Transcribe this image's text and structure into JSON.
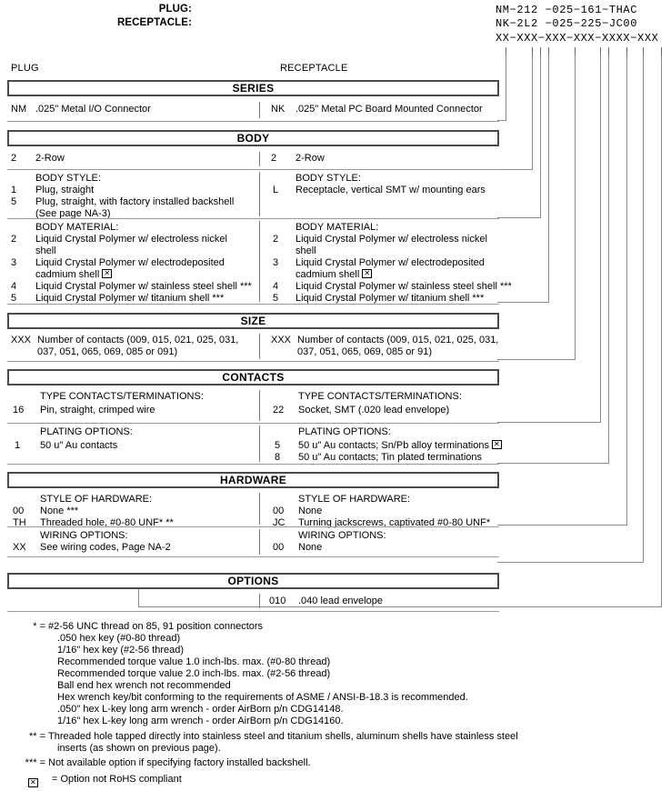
{
  "header": {
    "plug_label": "PLUG:",
    "receptacle_label": "RECEPTACLE:",
    "plug_pn": "NM−212 −025−161−THAC",
    "receptacle_pn": "NK−2L2 −025−225−JC00",
    "mask_pn": "XX−XXX−XXX−XXX−XXXX−XXX"
  },
  "columns": {
    "plug": "PLUG",
    "receptacle": "RECEPTACLE"
  },
  "sections": [
    {
      "banner": "SERIES",
      "plug": [
        {
          "code": "NM",
          "text": ".025\" Metal I/O Connector"
        }
      ],
      "receptacle": [
        {
          "code": "NK",
          "text": ".025\" Metal PC Board Mounted Connector"
        }
      ]
    },
    {
      "banner": "BODY",
      "groups": [
        {
          "plug_header": "",
          "receptacle_header": "",
          "plug": [
            {
              "code": "2",
              "text": "2-Row"
            }
          ],
          "receptacle": [
            {
              "code": "2",
              "text": "2-Row"
            }
          ]
        },
        {
          "plug_header": "BODY STYLE:",
          "receptacle_header": "BODY STYLE:",
          "plug": [
            {
              "code": "1",
              "text": "Plug, straight"
            },
            {
              "code": "5",
              "text": "Plug, straight, with factory installed backshell"
            },
            {
              "code": "",
              "text": "(See page NA-3)"
            }
          ],
          "receptacle": [
            {
              "code": "L",
              "text": "Receptacle, vertical SMT w/ mounting ears"
            }
          ]
        },
        {
          "plug_header": "BODY MATERIAL:",
          "receptacle_header": "BODY MATERIAL:",
          "plug": [
            {
              "code": "2",
              "text": "Liquid Crystal Polymer w/ electroless nickel"
            },
            {
              "code": "",
              "text": "shell"
            },
            {
              "code": "3",
              "text": "Liquid Crystal Polymer w/ electrodeposited"
            },
            {
              "code": "",
              "text": "cadmium shell",
              "rohs": true
            },
            {
              "code": "4",
              "text": "Liquid Crystal Polymer w/ stainless steel shell ***"
            },
            {
              "code": "5",
              "text": "Liquid Crystal Polymer w/ titanium shell ***"
            }
          ],
          "receptacle": [
            {
              "code": "2",
              "text": "Liquid Crystal Polymer w/ electroless nickel"
            },
            {
              "code": "",
              "text": "shell"
            },
            {
              "code": "3",
              "text": "Liquid Crystal Polymer w/ electrodeposited"
            },
            {
              "code": "",
              "text": "cadmium shell",
              "rohs": true
            },
            {
              "code": "4",
              "text": "Liquid Crystal Polymer w/ stainless steel shell ***"
            },
            {
              "code": "5",
              "text": "Liquid Crystal Polymer w/ titanium shell ***"
            }
          ]
        }
      ]
    },
    {
      "banner": "SIZE",
      "plug": [
        {
          "code": "XXX",
          "text": "Number of contacts (009, 015, 021, 025, 031,"
        },
        {
          "code": "",
          "text": "037, 051, 065, 069, 085 or 091)"
        }
      ],
      "receptacle": [
        {
          "code": "XXX",
          "text": "Number of contacts (009, 015, 021, 025, 031,"
        },
        {
          "code": "",
          "text": "037, 051, 065, 069, 085 or 91)"
        }
      ]
    },
    {
      "banner": "CONTACTS",
      "groups": [
        {
          "plug_header": "TYPE CONTACTS/TERMINATIONS:",
          "receptacle_header": "TYPE CONTACTS/TERMINATIONS:",
          "plug": [
            {
              "code": "16",
              "text": "Pin, straight, crimped wire"
            }
          ],
          "receptacle": [
            {
              "code": "22",
              "text": "Socket, SMT (.020 lead envelope)"
            }
          ]
        },
        {
          "plug_header": "PLATING OPTIONS:",
          "receptacle_header": "PLATING OPTIONS:",
          "plug": [
            {
              "code": "1",
              "text": "50 u\" Au contacts"
            }
          ],
          "receptacle": [
            {
              "code": "5",
              "text": "50 u\" Au contacts; Sn/Pb alloy terminations",
              "rohs": true
            },
            {
              "code": "8",
              "text": "50 u\" Au contacts; Tin plated terminations"
            }
          ]
        }
      ]
    },
    {
      "banner": "HARDWARE",
      "groups": [
        {
          "plug_header": "STYLE OF HARDWARE:",
          "receptacle_header": "STYLE OF HARDWARE:",
          "plug": [
            {
              "code": "00",
              "text": "None ***"
            },
            {
              "code": "TH",
              "text": "Threaded hole, #0-80 UNF*  **"
            }
          ],
          "receptacle": [
            {
              "code": "00",
              "text": "None"
            },
            {
              "code": "JC",
              "text": "Turning jackscrews, captivated #0-80 UNF*"
            }
          ]
        },
        {
          "plug_header": "WIRING OPTIONS:",
          "receptacle_header": "WIRING OPTIONS:",
          "plug": [
            {
              "code": "XX",
              "text": "See wiring codes, Page NA-2"
            }
          ],
          "receptacle": [
            {
              "code": "00",
              "text": "None"
            }
          ]
        }
      ]
    },
    {
      "banner": "OPTIONS",
      "plug": [],
      "receptacle": [
        {
          "code": "010",
          "text": ".040 lead envelope"
        }
      ]
    }
  ],
  "footnotes": {
    "star": {
      "mark": "* =",
      "lines": [
        "#2-56 UNC thread on 85, 91 position connectors",
        ".050 hex key (#0-80 thread)",
        "1/16\" hex key (#2-56 thread)",
        "Recommended torque value 1.0 inch-lbs. max. (#0-80 thread)",
        "Recommended torque value 2.0 inch-lbs. max. (#2-56 thread)",
        "Ball end hex wrench not recommended",
        "Hex wrench key/bit conforming to the requirements of ASME / ANSI-B-18.3 is recommended.",
        ".050\" hex L-key long arm wrench - order AirBorn p/n CDG14148.",
        "1/16\" hex L-key long arm wrench - order AirBorn p/n CDG14160."
      ]
    },
    "dstar": {
      "mark": "** =",
      "lines": [
        "Threaded hole tapped directly into stainless steel and titanium shells, aluminum shells have stainless steel",
        "inserts (as shown on previous page)."
      ]
    },
    "tstar": {
      "mark": "*** =",
      "lines": [
        "Not available option if specifying factory installed backshell."
      ]
    },
    "rohs": {
      "mark": "☒",
      "text": "= Option not RoHS compliant"
    }
  }
}
